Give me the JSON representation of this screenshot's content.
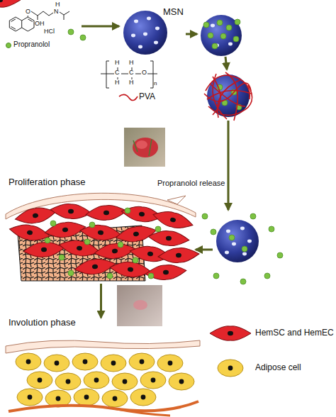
{
  "diagram": {
    "nodes": [
      {
        "text": [
          "O",
          "H",
          "N",
          "OH",
          "HCl"
        ]
      },
      {
        "text": [
          "MSN"
        ]
      },
      {
        "text": [
          "Proliferation phase"
        ]
      },
      {
        "text": [
          "Involution phase"
        ]
      }
    ],
    "edges": [
      {
        "from": 0,
        "to": 1,
        "arrow": "to"
      },
      {
        "from": 2,
        "to": 3,
        "arrow": "to"
      }
    ],
    "labels": [
      "H",
      "H",
      "C",
      "C",
      "O",
      "H",
      "H",
      "n",
      "PVA",
      "Propranolol release"
    ],
    "legend": [
      {
        "text": "Propranolol",
        "color": "#7dc242"
      },
      {
        "text": "HemSC and HemEC"
      },
      {
        "text": "Adipose cell"
      }
    ]
  }
}
